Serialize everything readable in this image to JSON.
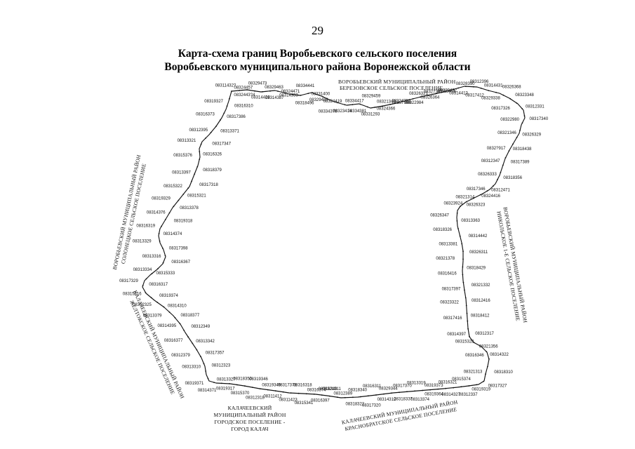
{
  "page": {
    "number": "29",
    "title_line1": "Карта-схема границ Воробьевского сельского поселения",
    "title_line2": "Воробьевского муниципального района Воронежской области"
  },
  "neighbors": {
    "north": {
      "line1": "ВОРОБЬЕВСКИЙ МУНИЦИПАЛЬНЫЙ РАЙОН",
      "line2": "БЕРЕЗОВСКОЕ СЕЛЬСКОЕ ПОСЕЛЕНИЕ"
    },
    "west": {
      "line1": "ВОРОБЬЕВСКИЙ МУНИЦИПАЛЬНЫЙ РАЙОН",
      "line2": "СОЛОНЕЦКОЕ СЕЛЬСКОЕ ПОСЕЛЕНИЕ"
    },
    "east": {
      "line1": "ВОРОБЬЕВСКИЙ МУНИЦИПАЛЬНЫЙ РАЙОН",
      "line2": "НИКОЛЬСКОЕ 1-Е СЕЛЬСКОЕ ПОСЕЛЕНИЕ"
    },
    "southwest": {
      "line1": "КАЛАЧЕЕВСКИЙ МУНИЦИПАЛЬНЫЙ РАЙОН",
      "line2": "ЖЕЛТОКСКОЕ СЕЛЬСКОЕ ПОСЕЛЕНИЕ"
    },
    "south_left": {
      "line1": "КАЛАЧЕЕВСКИЙ",
      "line2": "МУНИЦИПАЛЬНЫЙ РАЙОН",
      "line3": "ГОРОДСКОЕ ПОСЕЛЕНИЕ -",
      "line4": "ГОРОД КАЛАЧ"
    },
    "south_right": {
      "line1": "КАЛАЧЕЕВСКИЙ МУНИЦИПАЛЬНЫЙ РАЙОН",
      "line2": "КРАСНОБРАТСКОЕ СЕЛЬСКОЕ ПОСЕЛЕНИЕ"
    }
  },
  "boundary_point_labels": [
    "0832443?4",
    "08311432?",
    "08314428",
    "08324457",
    "08314387",
    "08329473",
    "08314333",
    "08329463",
    "08318496",
    "08324471",
    "08329486",
    "08334441",
    "08324419",
    "08331400",
    "08334370",
    "08334417",
    "08323414",
    "08329459",
    "08334381",
    "08321340",
    "08331293",
    "08324752",
    "08324366",
    "08326321",
    "08337988",
    "08327362",
    "08322984",
    "08329432",
    "08326364",
    "08328390",
    "08318471",
    "08312396",
    "08314413",
    "08314431",
    "08317412",
    "08326368",
    "08329338",
    "08323348",
    "08317326",
    "08312331",
    "08322980",
    "08317340",
    "08321346",
    "08326329",
    "0832?917",
    "08318438",
    "08312347",
    "08317389",
    "08326333",
    "08318356",
    "08317346",
    "08312471",
    "08321314",
    "08324416",
    "08323924",
    "08326323",
    "08326347",
    "08313363",
    "08318326",
    "08314442",
    "08313381",
    "08326311",
    "08321378",
    "08318429",
    "08316416",
    "08321332",
    "08317397",
    "08312416",
    "08323322",
    "08318412",
    "08317416",
    "08312317",
    "08314397",
    "08321356",
    "08315328",
    "08314322",
    "08316346",
    "08318310",
    "08321313",
    "08317327",
    "08315374",
    "08319319",
    "08316321",
    "08312337",
    "08319373",
    "08314327",
    "08313319",
    "08319364",
    "08317370",
    "08313374",
    "08329344",
    "08318337",
    "08316311",
    "08314312",
    "08318340",
    "08317320",
    "08312389",
    "08318322",
    "08316349",
    "08316397",
    "08321311",
    "08315341",
    "08316374",
    "08311423",
    "08316318",
    "08311412",
    "08317378",
    "08312318",
    "08319349",
    "08315370",
    "08319346",
    "08319317",
    "08318350",
    "08314371",
    "08313327",
    "08319371",
    "08312323",
    "08313310",
    "08317357",
    "08312379",
    "08313342",
    "08316377",
    "08312349",
    "08314395",
    "08318377",
    "08313379",
    "08314310",
    "08312325",
    "08319374",
    "08315316",
    "08316317",
    "08317329",
    "08315333",
    "08313334",
    "08316367",
    "08313316",
    "08317398",
    "08313329",
    "08314374",
    "08316319",
    "08319318",
    "08314376",
    "08313378",
    "08319329",
    "08315321",
    "08315322",
    "08317318",
    "08313397",
    "08318379",
    "08315376",
    "08316326",
    "08313321",
    "08317347",
    "08312395",
    "08313371",
    "08316373",
    "08317386",
    "08319327",
    "08316310"
  ]
}
